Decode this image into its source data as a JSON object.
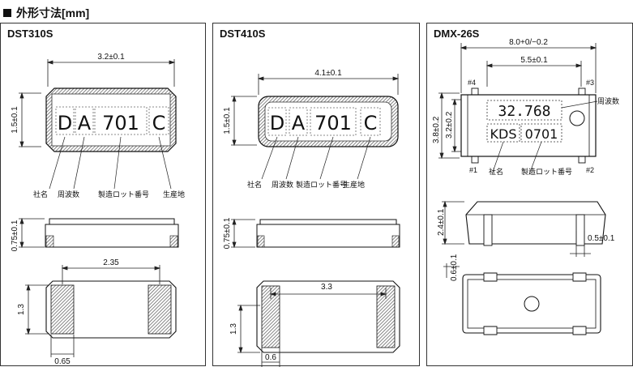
{
  "header": {
    "title": "外形寸法[mm]"
  },
  "panels": {
    "dst310s": {
      "title": "DST310S",
      "marking": [
        "D",
        "A",
        "701",
        "C"
      ],
      "dims": {
        "width": "3.2±0.1",
        "height": "1.5±0.1",
        "thickness": "0.75±0.1",
        "pad_spacing": "2.35",
        "pad_height": "1.3",
        "pad_width": "0.65"
      },
      "labels": {
        "company": "社名",
        "frequency": "周波数",
        "lot": "製造ロット番号",
        "origin": "生産地"
      }
    },
    "dst410s": {
      "title": "DST410S",
      "marking": [
        "D",
        "A",
        "701",
        "C"
      ],
      "dims": {
        "width": "4.1±0.1",
        "height": "1.5±0.1",
        "thickness": "0.75±0.1",
        "pad_spacing": "3.3",
        "pad_height": "1.3",
        "pad_width": "0.6"
      },
      "labels": {
        "company": "社名",
        "frequency": "周波数",
        "lot": "製造ロット番号",
        "origin": "生産地"
      }
    },
    "dmx26s": {
      "title": "DMX-26S",
      "marking": {
        "freq": "32.768",
        "brand": "KDS",
        "lot": "0701"
      },
      "dims": {
        "width": "8.0+0/−0.2",
        "inner_width": "5.5±0.1",
        "height_outer": "3.8±0.2",
        "height_inner": "3.2±0.2",
        "thickness": "2.4±0.1",
        "lead": "0.5±0.1",
        "standoff": "0.6±0.1"
      },
      "pins": {
        "p1": "#1",
        "p2": "#2",
        "p3": "#3",
        "p4": "#4"
      },
      "labels": {
        "frequency": "周波数",
        "company": "社名",
        "lot": "製造ロット番号"
      }
    }
  }
}
